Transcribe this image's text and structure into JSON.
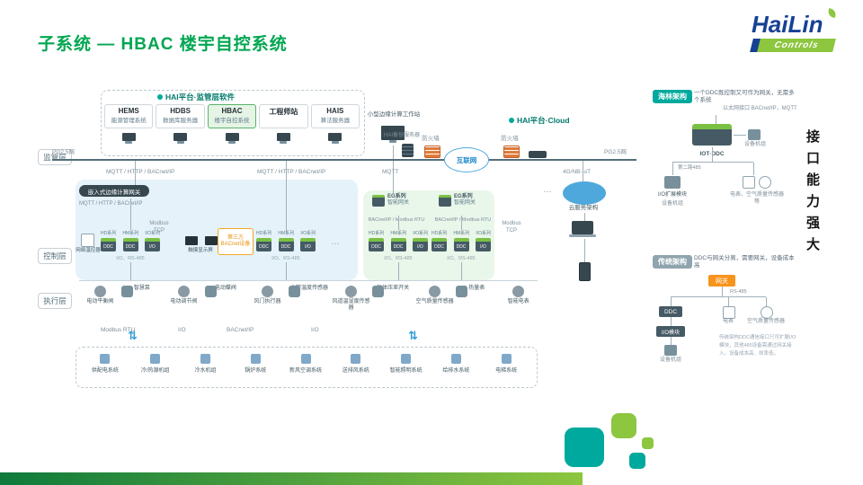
{
  "colors": {
    "brand_green": "#00A651",
    "brand_blue": "#164194",
    "teal": "#00A99D",
    "lime": "#8DC63F",
    "device_green": "#7AC143",
    "orange": "#F7941D"
  },
  "header": {
    "title": "子系统 — HBAC 楼宇自控系统",
    "logo_main": "HaiLin",
    "logo_sub": "Controls"
  },
  "layers": [
    {
      "label": "监管层"
    },
    {
      "label": "控制层"
    },
    {
      "label": "执行层"
    }
  ],
  "bus": {
    "left_label": "PG2.5网",
    "right_label": "PG2.5网"
  },
  "platform": {
    "header": "HAI平台·监管层软件",
    "apps": [
      {
        "abbr": "HEMS",
        "name": "能源管理系统",
        "highlight": false
      },
      {
        "abbr": "HDBS",
        "name": "数据库服务器",
        "highlight": false
      },
      {
        "abbr": "HBAC",
        "name": "楼宇自控系统",
        "highlight": true
      },
      {
        "abbr": "工程师站",
        "name": "",
        "highlight": false
      },
      {
        "abbr": "HAIS",
        "name": "算法服务器",
        "highlight": false
      }
    ]
  },
  "edge": {
    "workstation": "小型边缘计算工作站",
    "gateway": "嵌入式边缘计算网关",
    "eg_gateways": [
      {
        "series": "EG系列",
        "name": "智能网关"
      },
      {
        "series": "EG系列",
        "name": "智能网关"
      }
    ]
  },
  "cloud": {
    "header": "HAI平台·Cloud",
    "backup_server": "HAI备份服务器",
    "firewall_left": "防火墙",
    "firewall_right": "防火墙",
    "internet": "互联网",
    "mobile_net": "4G/NB-IoT",
    "cloud_arch": "云服务架构"
  },
  "protocols": {
    "mqtt_http_bacnet": "MQTT / HTTP / BACnet/IP",
    "mqtt": "MQTT",
    "bacnet_modbus": "BACnet/IP / Modbus RTU",
    "modbus_tcp": "Modbus TCP"
  },
  "clusters": [
    {
      "labels": [
        "HD系列",
        "HM系列",
        "I/O系列"
      ],
      "devices": [
        "DDC",
        "DDC",
        "I/O"
      ],
      "caption": "I/O、RS-485"
    },
    {
      "labels": [
        "HD系列",
        "HM系列",
        "I/O系列"
      ],
      "devices": [
        "DDC",
        "DDC",
        "I/O"
      ],
      "caption": "I/O、RS-485"
    },
    {
      "labels": [
        "HD系列",
        "HM系列",
        "I/O系列"
      ],
      "devices": [
        "DDC",
        "DDC",
        "I/O"
      ],
      "caption": "I/O、RS-485"
    },
    {
      "labels": [
        "HD系列",
        "HM系列",
        "I/O系列"
      ],
      "devices": [
        "DDC",
        "DDC",
        "I/O"
      ],
      "caption": "I/O、RS-485"
    }
  ],
  "control_extras": {
    "thermostat": "网络温控器",
    "touch_screen": "触摸显示屏",
    "third_party": "第三方BACnet设备"
  },
  "execution": {
    "devices": [
      {
        "label": "电动平衡阀"
      },
      {
        "label": "智慧泵"
      },
      {
        "label": "电动调节阀"
      },
      {
        "label": "电动蝶阀"
      },
      {
        "label": "风门执行器"
      },
      {
        "label": "水管温度传感器"
      },
      {
        "label": "风道温湿度传感器"
      },
      {
        "label": "气体压差开关"
      },
      {
        "label": "空气质量传感器"
      },
      {
        "label": "热量表"
      },
      {
        "label": "智能电表"
      }
    ],
    "bus_labels": [
      "Modbus RTU",
      "I/O",
      "BACnet/IP",
      "I/O"
    ]
  },
  "systems": [
    {
      "label": "供配电系统"
    },
    {
      "label": "冷/热源机组"
    },
    {
      "label": "冷水机组"
    },
    {
      "label": "锅炉系统"
    },
    {
      "label": "新风空调系统"
    },
    {
      "label": "送排风系统"
    },
    {
      "label": "智能照明系统"
    },
    {
      "label": "给排水系统"
    },
    {
      "label": "电梯系统"
    }
  ],
  "right_panel": {
    "hailin": {
      "badge": "海林架构",
      "desc": "一个DDC既控制又可作为网关，无需多个系统",
      "eth_note": "以太网接口 BACnet/IP，MQTT",
      "device": "IOT·DDC",
      "unit": "设备机组",
      "branch": "第二路485",
      "io_module": "I/O扩展模块",
      "io_unit": "设备机组",
      "sensors": "电表、空气质量传感器等"
    },
    "traditional": {
      "badge": "传统架构",
      "desc": "DDC与网关分离，需要网关，设备成本高",
      "gateway": "网关",
      "rs485": "RS-485",
      "ddc": "DDC",
      "meter": "电表",
      "sensor": "空气质量传感器",
      "io_module": "I/O模块",
      "unit": "设备机组",
      "note": "传统架构DDC通信接口只可扩展I/O模块，其他485设备需通过网关接入，设备成本高、效率低。"
    }
  },
  "misc": {
    "ellipsis": "…"
  },
  "slogan": "接口能力强大"
}
